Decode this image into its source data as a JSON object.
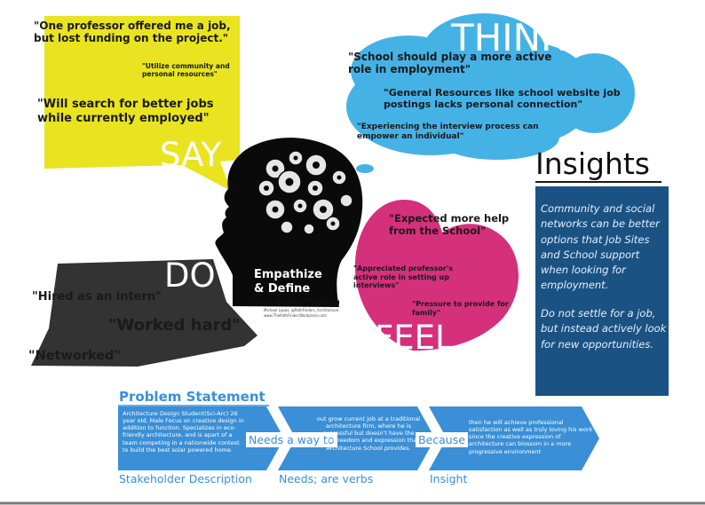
{
  "say": {
    "title": "SAY",
    "quote1": "\"One professor offered me a job, but lost funding on the project.\"",
    "quote2": "\"Utilize community and personal resources\"",
    "quote3": "\"Will search for better jobs while currently employed\""
  },
  "think": {
    "title": "THINK",
    "quote1": "\"School should play a more active role in employment\"",
    "quote2": "\"General Resources like school website job postings lacks personal connection\"",
    "quote3": "\"Experiencing the interview process can empower an individual\""
  },
  "do": {
    "title": "DO",
    "quote1": "\"Hired as an intern\"",
    "quote2": "\"Worked hard\"",
    "quote3": "\"Networked\""
  },
  "feel": {
    "title": "FEEL",
    "quote1": "\"Expected more help from the School\"",
    "quote2": "\"Appreciated professor's active role in setting up interviews\"",
    "quote3": "\"Pressure to provide for family\""
  },
  "center": {
    "title_line1": "Empathize",
    "title_line2": "& Define",
    "subtitle": "With Design Thinking",
    "credit1": "Michael Lopez, @PathFinders_Architecture",
    "credit2": "www.ThePathFinder.Wordpress.com"
  },
  "insights": {
    "title": "Insights",
    "para1": "Community and social networks can be better options that Job Sites and School support when looking for employment.",
    "para2": "Do not settle for a job, but instead actively look for new opportunities."
  },
  "problem": {
    "title": "Problem Statement",
    "stakeholder_text": "Architecture Design Student(Sci-Arc) 26 year old, Male Focus on creative design in addition to function. Specializes in eco-friendly architecture, and is apart of a team competing in a nationwide contest to build the best solar powered home.",
    "needs_label": "Needs a way to",
    "needs_text": "out grow current job at a traditional architecture firm, where he is successful but doesn't have the same freedom and expression that Architecture School provides.",
    "because_label": "Because",
    "insight_text": "then he will achieve professional satisfaction as well as truly loving his work since the creative expression of architecture can blossom in a more progressive environment",
    "cap_stakeholder": "Stakeholder Description",
    "cap_needs": "Needs; are verbs",
    "cap_insight": "Insight"
  },
  "colors": {
    "say": "#e9e41f",
    "think": "#45b2e6",
    "do": "#333333",
    "feel": "#d4307c",
    "insights": "#1b5284",
    "chevron": "#3a8fd6"
  }
}
